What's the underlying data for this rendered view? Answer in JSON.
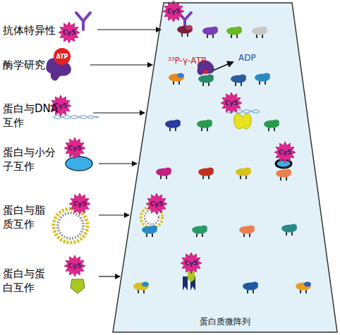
{
  "diagram": {
    "nodes": [
      {
        "text": [
          "蛋白质微阵列"
        ]
      }
    ],
    "labels": [
      "抗体特异性",
      "Cy5",
      "Cy5",
      "酶学研究",
      "ATP",
      "³³P-γ-ATP",
      "ADP",
      "蛋白与DNA互作",
      "Cy5",
      "Cy5",
      "蛋白与小分子互作",
      "Cy5",
      "Cy5",
      "蛋白与脂质互作",
      "Cy5",
      "Cy5",
      "蛋白与蛋白互作",
      "Cy5",
      "Cy5"
    ]
  }
}
